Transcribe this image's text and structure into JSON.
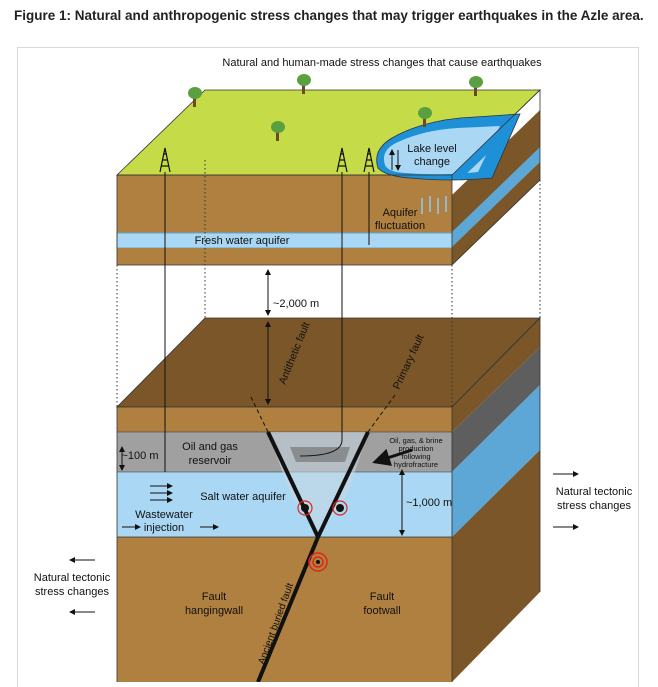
{
  "caption": "Figure 1: Natural and anthropogenic stress changes that may trigger earthquakes in the Azle area.",
  "diagram": {
    "title": "Natural and human-made stress changes that cause earthquakes",
    "lake_level_line1": "Lake level",
    "lake_level_line2": "change",
    "aquifer_fluct_line1": "Aquifer",
    "aquifer_fluct_line2": "fluctuation",
    "fresh_water_aquifer": "Fresh water aquifer",
    "depth_2000": "~2,000 m",
    "antithetic_fault": "Antithetic fault",
    "primary_fault": "Primary fault",
    "depth_100": "~100 m",
    "oil_gas_reservoir_line1": "Oil and gas",
    "oil_gas_reservoir_line2": "reservoir",
    "production_line1": "Oil, gas, & brine",
    "production_line2": "production",
    "production_line3": "following",
    "production_line4": "hydrofracture",
    "salt_water_aquifer": "Salt water aquifer",
    "depth_1000": "~1,000 m",
    "wastewater_line1": "Wastewater",
    "wastewater_line2": "injection",
    "tectonic_right_line1": "Natural tectonic",
    "tectonic_right_line2": "stress changes",
    "tectonic_left_line1": "Natural tectonic",
    "tectonic_left_line2": "stress changes",
    "hangingwall_line1": "Fault",
    "hangingwall_line2": "hangingwall",
    "footwall_line1": "Fault",
    "footwall_line2": "footwall",
    "ancient_fault": "Ancient buried fault"
  },
  "colors": {
    "grass": "#c5dc48",
    "soil": "#b08040",
    "soil_dark": "#7a5628",
    "soil_top": "#8a6431",
    "water": "#aad8f4",
    "water_dark": "#5ca7d6",
    "lake": "#1e90d8",
    "gray": "#a0a0a0",
    "gray_dark": "#5e5e5e",
    "seismic_red": "#e1251b"
  }
}
